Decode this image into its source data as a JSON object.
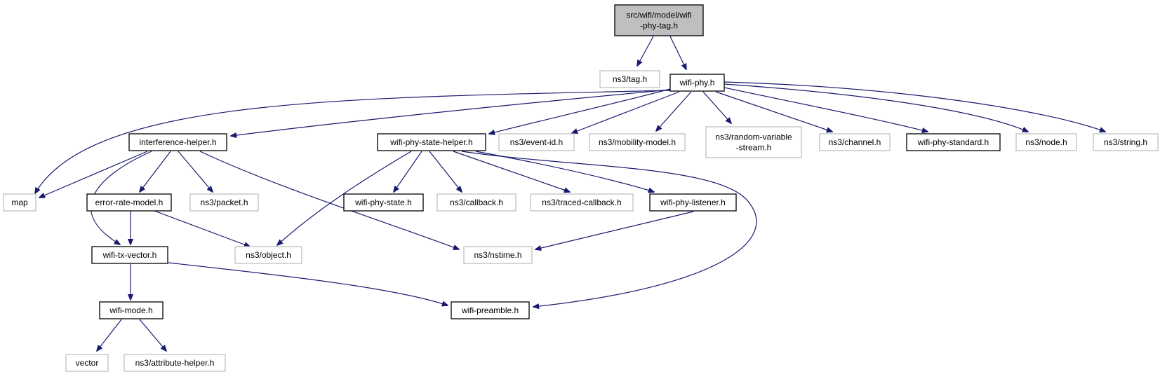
{
  "diagram": {
    "nodes": [
      {
        "id": "root",
        "label": [
          "src/wifi/model/wifi",
          "-phy-tag.h"
        ],
        "style": "root",
        "link": false
      },
      {
        "id": "tag",
        "label": [
          "ns3/tag.h"
        ],
        "style": "external",
        "link": false
      },
      {
        "id": "phy",
        "label": [
          "wifi-phy.h"
        ],
        "style": "documented",
        "link": true
      },
      {
        "id": "ih",
        "label": [
          "interference-helper.h"
        ],
        "style": "documented",
        "link": true
      },
      {
        "id": "psh",
        "label": [
          "wifi-phy-state-helper.h"
        ],
        "style": "documented",
        "link": true
      },
      {
        "id": "evid",
        "label": [
          "ns3/event-id.h"
        ],
        "style": "external",
        "link": false
      },
      {
        "id": "mob",
        "label": [
          "ns3/mobility-model.h"
        ],
        "style": "external",
        "link": false
      },
      {
        "id": "rvs",
        "label": [
          "ns3/random-variable",
          "-stream.h"
        ],
        "style": "external",
        "link": false
      },
      {
        "id": "chan",
        "label": [
          "ns3/channel.h"
        ],
        "style": "external",
        "link": false
      },
      {
        "id": "std",
        "label": [
          "wifi-phy-standard.h"
        ],
        "style": "documented",
        "link": true
      },
      {
        "id": "node",
        "label": [
          "ns3/node.h"
        ],
        "style": "external",
        "link": false
      },
      {
        "id": "str",
        "label": [
          "ns3/string.h"
        ],
        "style": "external",
        "link": false
      },
      {
        "id": "map",
        "label": [
          "map"
        ],
        "style": "external",
        "link": false
      },
      {
        "id": "erm",
        "label": [
          "error-rate-model.h"
        ],
        "style": "documented",
        "link": true
      },
      {
        "id": "pkt",
        "label": [
          "ns3/packet.h"
        ],
        "style": "external",
        "link": false
      },
      {
        "id": "ps",
        "label": [
          "wifi-phy-state.h"
        ],
        "style": "documented",
        "link": true
      },
      {
        "id": "cb",
        "label": [
          "ns3/callback.h"
        ],
        "style": "external",
        "link": false
      },
      {
        "id": "tcb",
        "label": [
          "ns3/traced-callback.h"
        ],
        "style": "external",
        "link": false
      },
      {
        "id": "pl",
        "label": [
          "wifi-phy-listener.h"
        ],
        "style": "documented",
        "link": true
      },
      {
        "id": "txv",
        "label": [
          "wifi-tx-vector.h"
        ],
        "style": "documented",
        "link": true
      },
      {
        "id": "obj",
        "label": [
          "ns3/object.h"
        ],
        "style": "external",
        "link": false
      },
      {
        "id": "nst",
        "label": [
          "ns3/nstime.h"
        ],
        "style": "external",
        "link": false
      },
      {
        "id": "mode",
        "label": [
          "wifi-mode.h"
        ],
        "style": "documented",
        "link": true
      },
      {
        "id": "pre",
        "label": [
          "wifi-preamble.h"
        ],
        "style": "documented",
        "link": true
      },
      {
        "id": "vec",
        "label": [
          "vector"
        ],
        "style": "external",
        "link": false
      },
      {
        "id": "attr",
        "label": [
          "ns3/attribute-helper.h"
        ],
        "style": "external",
        "link": false
      }
    ],
    "edges": [
      {
        "from": "root",
        "to": "tag"
      },
      {
        "from": "root",
        "to": "phy"
      },
      {
        "from": "phy",
        "to": "ih"
      },
      {
        "from": "phy",
        "to": "psh"
      },
      {
        "from": "phy",
        "to": "evid"
      },
      {
        "from": "phy",
        "to": "mob"
      },
      {
        "from": "phy",
        "to": "rvs"
      },
      {
        "from": "phy",
        "to": "chan"
      },
      {
        "from": "phy",
        "to": "std"
      },
      {
        "from": "phy",
        "to": "node"
      },
      {
        "from": "phy",
        "to": "str"
      },
      {
        "from": "phy",
        "to": "map"
      },
      {
        "from": "ih",
        "to": "map"
      },
      {
        "from": "ih",
        "to": "erm"
      },
      {
        "from": "ih",
        "to": "pkt"
      },
      {
        "from": "ih",
        "to": "txv"
      },
      {
        "from": "ih",
        "to": "nst"
      },
      {
        "from": "psh",
        "to": "ps"
      },
      {
        "from": "psh",
        "to": "cb"
      },
      {
        "from": "psh",
        "to": "tcb"
      },
      {
        "from": "psh",
        "to": "pl"
      },
      {
        "from": "psh",
        "to": "obj"
      },
      {
        "from": "psh",
        "to": "pre"
      },
      {
        "from": "erm",
        "to": "txv"
      },
      {
        "from": "erm",
        "to": "obj"
      },
      {
        "from": "pl",
        "to": "nst"
      },
      {
        "from": "txv",
        "to": "mode"
      },
      {
        "from": "txv",
        "to": "pre"
      },
      {
        "from": "mode",
        "to": "vec"
      },
      {
        "from": "mode",
        "to": "attr"
      }
    ],
    "colors": {
      "edge": "#191970",
      "root_fill": "#bfbfbf",
      "root_stroke": "#000000",
      "documented_stroke": "#000000",
      "external_stroke": "#bfbfbf",
      "text": "#000000"
    }
  }
}
